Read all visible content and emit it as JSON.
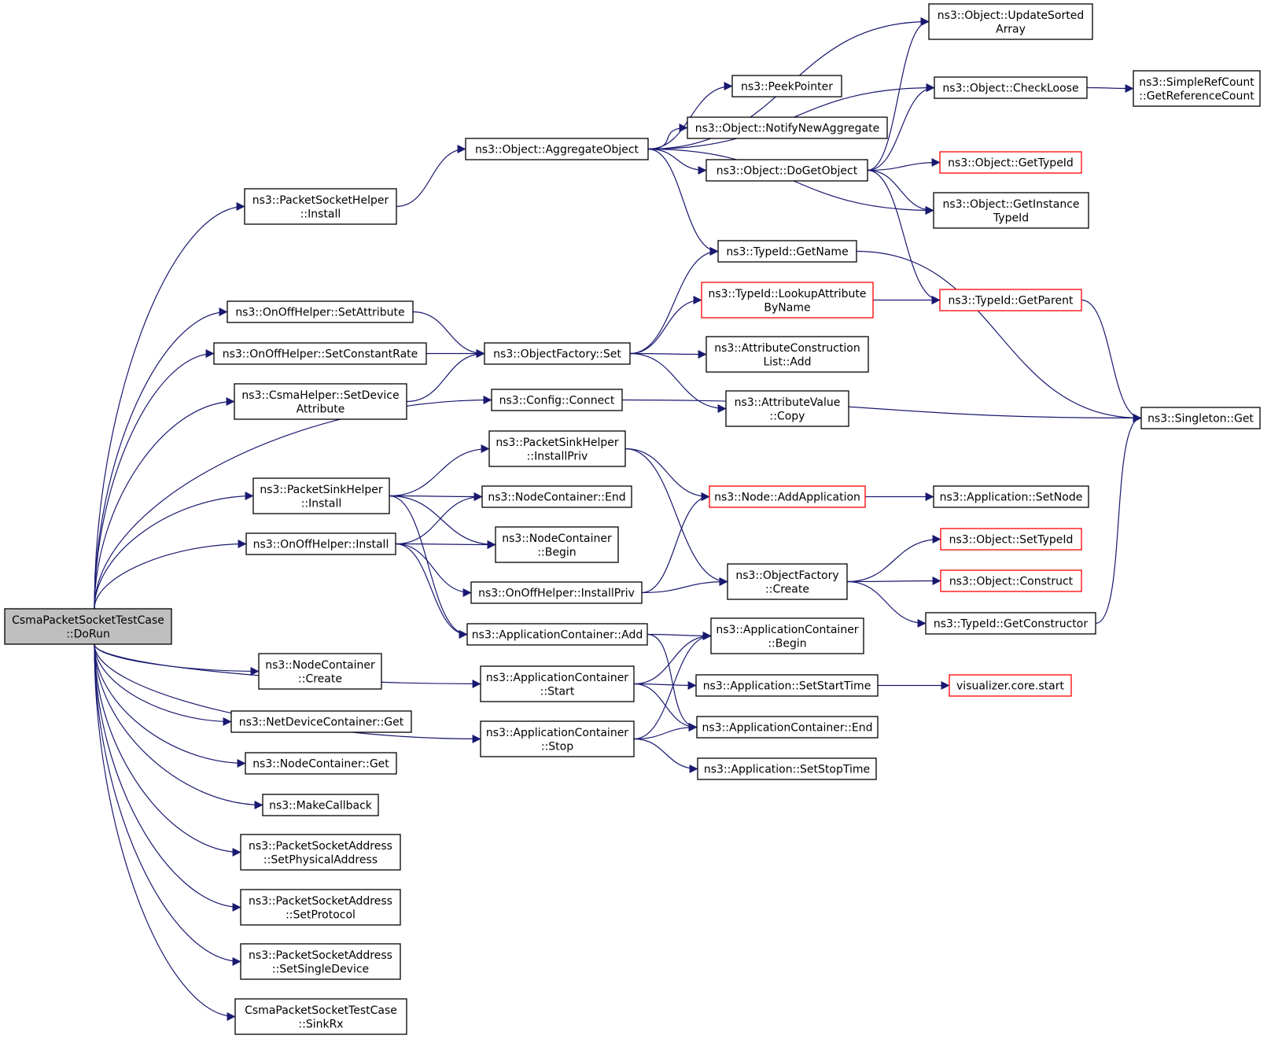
{
  "colors": {
    "edge": "#191970",
    "node_border": "#000000",
    "highlight_border": "#ff0000",
    "root_fill": "#bfbfbf",
    "node_fill": "#ffffff"
  },
  "nodes": [
    {
      "id": "root",
      "lines": [
        "CsmaPacketSocketTestCase",
        "::DoRun"
      ],
      "style": "root"
    },
    {
      "id": "psh_install",
      "lines": [
        "ns3::PacketSocketHelper",
        "::Install"
      ]
    },
    {
      "id": "onoff_setattr",
      "lines": [
        "ns3::OnOffHelper::SetAttribute"
      ]
    },
    {
      "id": "onoff_setrate",
      "lines": [
        "ns3::OnOffHelper::SetConstantRate"
      ]
    },
    {
      "id": "csma_setdev",
      "lines": [
        "ns3::CsmaHelper::SetDevice",
        "Attribute"
      ]
    },
    {
      "id": "psink_install",
      "lines": [
        "ns3::PacketSinkHelper",
        "::Install"
      ]
    },
    {
      "id": "onoff_install",
      "lines": [
        "ns3::OnOffHelper::Install"
      ]
    },
    {
      "id": "nc_create",
      "lines": [
        "ns3::NodeContainer",
        "::Create"
      ]
    },
    {
      "id": "ndc_get",
      "lines": [
        "ns3::NetDeviceContainer::Get"
      ]
    },
    {
      "id": "nc_get",
      "lines": [
        "ns3::NodeContainer::Get"
      ]
    },
    {
      "id": "makecb",
      "lines": [
        "ns3::MakeCallback"
      ]
    },
    {
      "id": "psa_setphys",
      "lines": [
        "ns3::PacketSocketAddress",
        "::SetPhysicalAddress"
      ]
    },
    {
      "id": "psa_setproto",
      "lines": [
        "ns3::PacketSocketAddress",
        "::SetProtocol"
      ]
    },
    {
      "id": "psa_setsingle",
      "lines": [
        "ns3::PacketSocketAddress",
        "::SetSingleDevice"
      ]
    },
    {
      "id": "sinkrx",
      "lines": [
        "CsmaPacketSocketTestCase",
        "::SinkRx"
      ]
    },
    {
      "id": "obj_aggregate",
      "lines": [
        "ns3::Object::AggregateObject"
      ]
    },
    {
      "id": "of_set",
      "lines": [
        "ns3::ObjectFactory::Set"
      ]
    },
    {
      "id": "config_connect",
      "lines": [
        "ns3::Config::Connect"
      ]
    },
    {
      "id": "psink_installpriv",
      "lines": [
        "ns3::PacketSinkHelper",
        "::InstallPriv"
      ]
    },
    {
      "id": "nc_end",
      "lines": [
        "ns3::NodeContainer::End"
      ]
    },
    {
      "id": "nc_begin",
      "lines": [
        "ns3::NodeContainer",
        "::Begin"
      ]
    },
    {
      "id": "onoff_installpriv",
      "lines": [
        "ns3::OnOffHelper::InstallPriv"
      ]
    },
    {
      "id": "ac_add",
      "lines": [
        "ns3::ApplicationContainer::Add"
      ]
    },
    {
      "id": "ac_start",
      "lines": [
        "ns3::ApplicationContainer",
        "::Start"
      ]
    },
    {
      "id": "ac_stop",
      "lines": [
        "ns3::ApplicationContainer",
        "::Stop"
      ]
    },
    {
      "id": "obj_updsorted",
      "lines": [
        "ns3::Object::UpdateSorted",
        "Array"
      ]
    },
    {
      "id": "peekpointer",
      "lines": [
        "ns3::PeekPointer"
      ]
    },
    {
      "id": "obj_notify",
      "lines": [
        "ns3::Object::NotifyNewAggregate"
      ]
    },
    {
      "id": "obj_dogetobject",
      "lines": [
        "ns3::Object::DoGetObject"
      ]
    },
    {
      "id": "typeid_getname",
      "lines": [
        "ns3::TypeId::GetName"
      ]
    },
    {
      "id": "typeid_lookup",
      "lines": [
        "ns3::TypeId::LookupAttribute",
        "ByName"
      ],
      "style": "red"
    },
    {
      "id": "acl_add",
      "lines": [
        "ns3::AttributeConstruction",
        "List::Add"
      ]
    },
    {
      "id": "av_copy",
      "lines": [
        "ns3::AttributeValue",
        "::Copy"
      ]
    },
    {
      "id": "node_addapp",
      "lines": [
        "ns3::Node::AddApplication"
      ],
      "style": "red"
    },
    {
      "id": "of_create",
      "lines": [
        "ns3::ObjectFactory",
        "::Create"
      ]
    },
    {
      "id": "ac_begin",
      "lines": [
        "ns3::ApplicationContainer",
        "::Begin"
      ]
    },
    {
      "id": "app_setstart",
      "lines": [
        "ns3::Application::SetStartTime"
      ]
    },
    {
      "id": "ac_end",
      "lines": [
        "ns3::ApplicationContainer::End"
      ]
    },
    {
      "id": "app_setstop",
      "lines": [
        "ns3::Application::SetStopTime"
      ]
    },
    {
      "id": "obj_checkloose",
      "lines": [
        "ns3::Object::CheckLoose"
      ]
    },
    {
      "id": "obj_gettypeid",
      "lines": [
        "ns3::Object::GetTypeId"
      ],
      "style": "red"
    },
    {
      "id": "obj_getinst",
      "lines": [
        "ns3::Object::GetInstance",
        "TypeId"
      ]
    },
    {
      "id": "typeid_getparent",
      "lines": [
        "ns3::TypeId::GetParent"
      ],
      "style": "red"
    },
    {
      "id": "app_setnode",
      "lines": [
        "ns3::Application::SetNode"
      ]
    },
    {
      "id": "obj_settypeid",
      "lines": [
        "ns3::Object::SetTypeId"
      ],
      "style": "red"
    },
    {
      "id": "obj_construct",
      "lines": [
        "ns3::Object::Construct"
      ],
      "style": "red"
    },
    {
      "id": "typeid_getctor",
      "lines": [
        "ns3::TypeId::GetConstructor"
      ]
    },
    {
      "id": "vis_start",
      "lines": [
        "visualizer.core.start"
      ],
      "style": "red"
    },
    {
      "id": "srefcount",
      "lines": [
        "ns3::SimpleRefCount",
        "::GetReferenceCount"
      ]
    },
    {
      "id": "singleton_get",
      "lines": [
        "ns3::Singleton::Get"
      ]
    }
  ],
  "edges": [
    [
      "root",
      "psh_install"
    ],
    [
      "root",
      "onoff_setattr"
    ],
    [
      "root",
      "onoff_setrate"
    ],
    [
      "root",
      "csma_setdev"
    ],
    [
      "root",
      "config_connect"
    ],
    [
      "root",
      "psink_install"
    ],
    [
      "root",
      "onoff_install"
    ],
    [
      "root",
      "ac_start"
    ],
    [
      "root",
      "ac_stop"
    ],
    [
      "root",
      "nc_create"
    ],
    [
      "root",
      "ndc_get"
    ],
    [
      "root",
      "nc_get"
    ],
    [
      "root",
      "makecb"
    ],
    [
      "root",
      "psa_setphys"
    ],
    [
      "root",
      "psa_setproto"
    ],
    [
      "root",
      "psa_setsingle"
    ],
    [
      "root",
      "sinkrx"
    ],
    [
      "psh_install",
      "obj_aggregate"
    ],
    [
      "obj_aggregate",
      "obj_updsorted"
    ],
    [
      "obj_aggregate",
      "obj_checkloose"
    ],
    [
      "obj_aggregate",
      "peekpointer"
    ],
    [
      "obj_aggregate",
      "obj_notify"
    ],
    [
      "obj_aggregate",
      "obj_dogetobject"
    ],
    [
      "obj_aggregate",
      "obj_getinst"
    ],
    [
      "obj_aggregate",
      "typeid_getname"
    ],
    [
      "obj_dogetobject",
      "obj_updsorted"
    ],
    [
      "obj_dogetobject",
      "obj_checkloose"
    ],
    [
      "obj_dogetobject",
      "obj_gettypeid"
    ],
    [
      "obj_dogetobject",
      "obj_getinst"
    ],
    [
      "obj_dogetobject",
      "typeid_getparent"
    ],
    [
      "obj_checkloose",
      "srefcount"
    ],
    [
      "onoff_setattr",
      "of_set"
    ],
    [
      "onoff_setrate",
      "of_set"
    ],
    [
      "csma_setdev",
      "of_set"
    ],
    [
      "of_set",
      "typeid_getname"
    ],
    [
      "of_set",
      "typeid_lookup"
    ],
    [
      "of_set",
      "acl_add"
    ],
    [
      "of_set",
      "av_copy"
    ],
    [
      "typeid_lookup",
      "typeid_getparent"
    ],
    [
      "typeid_getparent",
      "singleton_get"
    ],
    [
      "typeid_getname",
      "singleton_get"
    ],
    [
      "config_connect",
      "singleton_get"
    ],
    [
      "psink_install",
      "psink_installpriv"
    ],
    [
      "psink_install",
      "nc_end"
    ],
    [
      "psink_install",
      "nc_begin"
    ],
    [
      "psink_install",
      "ac_add"
    ],
    [
      "psink_installpriv",
      "node_addapp"
    ],
    [
      "psink_installpriv",
      "of_create"
    ],
    [
      "onoff_install",
      "nc_end"
    ],
    [
      "onoff_install",
      "nc_begin"
    ],
    [
      "onoff_install",
      "onoff_installpriv"
    ],
    [
      "onoff_install",
      "ac_add"
    ],
    [
      "onoff_installpriv",
      "node_addapp"
    ],
    [
      "onoff_installpriv",
      "of_create"
    ],
    [
      "node_addapp",
      "app_setnode"
    ],
    [
      "of_create",
      "obj_settypeid"
    ],
    [
      "of_create",
      "obj_construct"
    ],
    [
      "of_create",
      "typeid_getctor"
    ],
    [
      "typeid_getctor",
      "singleton_get"
    ],
    [
      "ac_add",
      "ac_begin"
    ],
    [
      "ac_add",
      "ac_end"
    ],
    [
      "ac_start",
      "ac_begin"
    ],
    [
      "ac_start",
      "app_setstart"
    ],
    [
      "ac_start",
      "ac_end"
    ],
    [
      "app_setstart",
      "vis_start"
    ],
    [
      "ac_stop",
      "ac_begin"
    ],
    [
      "ac_stop",
      "ac_end"
    ],
    [
      "ac_stop",
      "app_setstop"
    ]
  ]
}
